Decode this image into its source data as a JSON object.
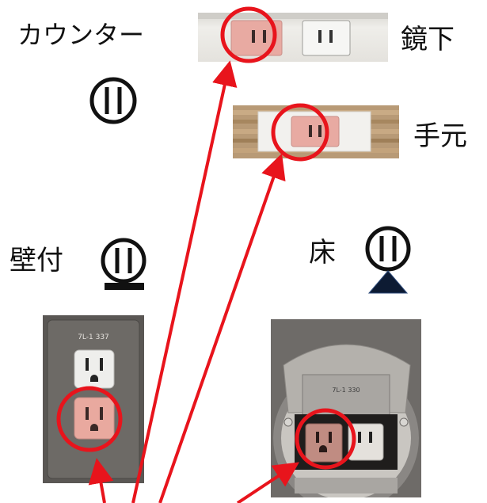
{
  "labels": {
    "counter": "カウンター",
    "under_mirror": "鏡下",
    "at_hand": "手元",
    "wall": "壁付",
    "floor": "床"
  },
  "plate_marking_wall": "7L-1 337",
  "plate_marking_floor": "7L-1 330",
  "colors": {
    "highlight_ring": "#e8141c",
    "arrow": "#e8141c",
    "pink_outlet": "#e8a9a1",
    "symbol_stroke": "#111111",
    "floor_triangle": "#0d1b33"
  },
  "symbols": [
    {
      "name": "counter-outlet-symbol",
      "icon": "outlet-circle-icon"
    },
    {
      "name": "wall-outlet-symbol",
      "icon": "outlet-wall-mounted-icon"
    },
    {
      "name": "floor-outlet-symbol",
      "icon": "outlet-floor-triangle-icon"
    }
  ]
}
